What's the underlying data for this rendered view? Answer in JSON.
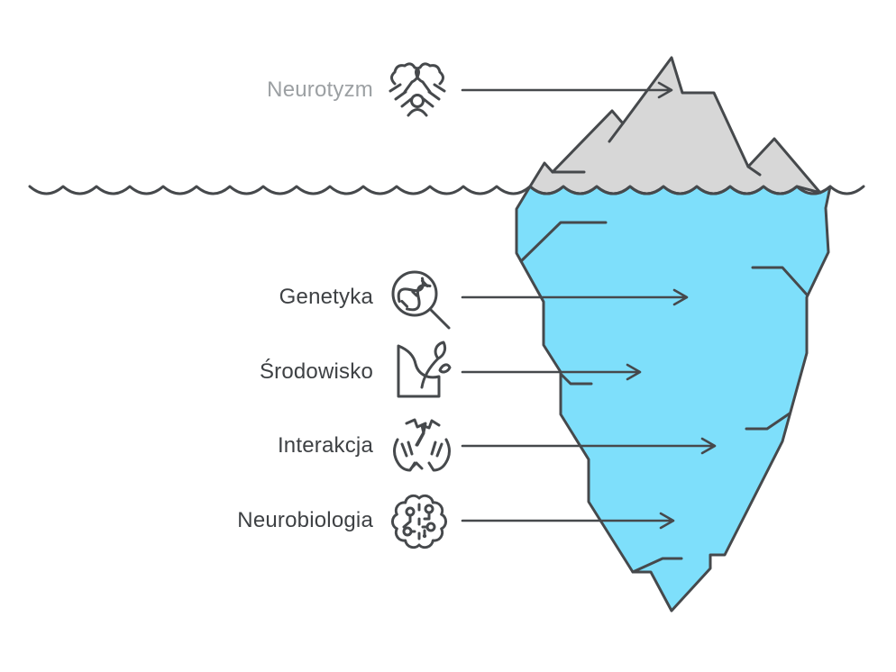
{
  "colors": {
    "background": "#FFFFFF",
    "iceberg_above": "#D7D7D7",
    "iceberg_below": "#7EDFFB",
    "outline": "#46494C",
    "label_dark": "#3E4144",
    "label_muted": "#9CA0A3"
  },
  "items": [
    {
      "label": "Neurotyzm",
      "icon": "stress-anxiety-icon",
      "zone": "above-water"
    },
    {
      "label": "Genetyka",
      "icon": "dna-magnifier-icon",
      "zone": "below-water"
    },
    {
      "label": "Środowisko",
      "icon": "plant-environment-icon",
      "zone": "below-water"
    },
    {
      "label": "Interakcja",
      "icon": "hands-interaction-icon",
      "zone": "below-water"
    },
    {
      "label": "Neurobiologia",
      "icon": "brain-circuit-icon",
      "zone": "below-water"
    }
  ]
}
